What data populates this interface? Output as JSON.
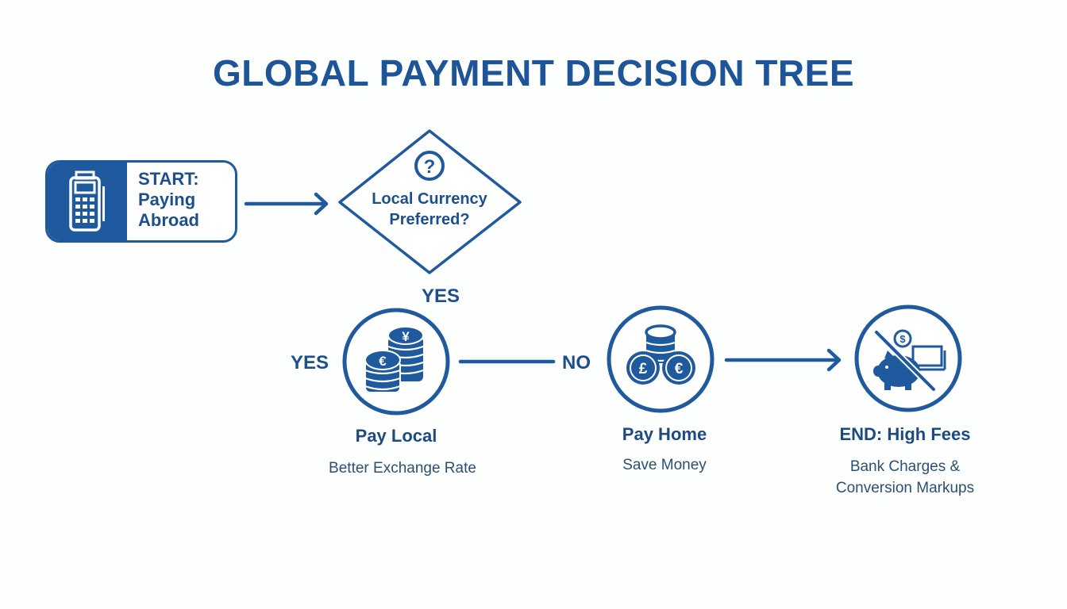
{
  "title": "GLOBAL PAYMENT DECISION TREE",
  "colors": {
    "primary": "#1f5a9e",
    "heading": "#1d4a80",
    "subtext": "#2c4f72",
    "background": "#fdfefe"
  },
  "start": {
    "icon": "card-terminal-icon",
    "line1": "START:",
    "line2": "Paying",
    "line3": "Abroad"
  },
  "decision": {
    "icon": "question-circle-icon",
    "line1": "Local Currency",
    "line2": "Preferred?"
  },
  "edges": {
    "yes_top": "YES",
    "yes_left": "YES",
    "no": "NO"
  },
  "nodes": [
    {
      "icon": "coin-stacks-euro-yen-icon",
      "title": "Pay Local",
      "subtitle": [
        "Better Exchange Rate"
      ]
    },
    {
      "icon": "coins-pound-euro-icon",
      "title": "Pay Home",
      "subtitle": [
        "Save Money"
      ]
    },
    {
      "icon": "no-savings-piggy-bank-icon",
      "title": "END: High Fees",
      "subtitle": [
        "Bank Charges &",
        "Conversion Markups"
      ]
    }
  ]
}
